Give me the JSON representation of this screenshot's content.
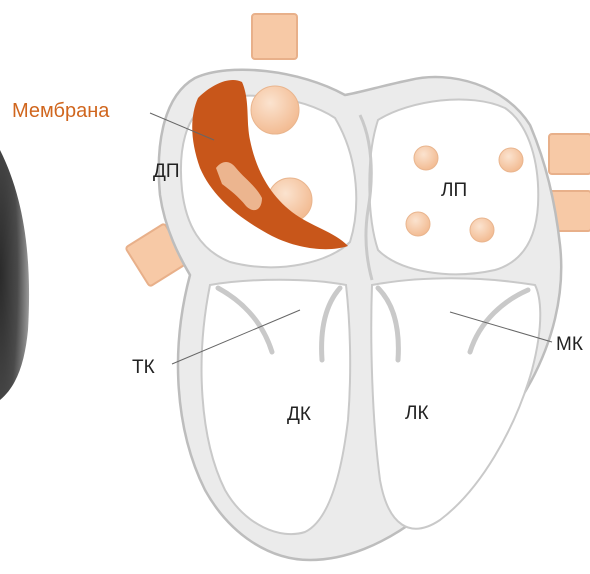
{
  "labels": {
    "membrane": "Мембрана",
    "right_atrium": "ДП",
    "left_atrium": "ЛП",
    "tricuspid_valve": "ТК",
    "mitral_valve": "МК",
    "right_ventricle": "ДК",
    "left_ventricle": "ЛК"
  },
  "colors": {
    "membrane": "#c8561a",
    "membrane_label": "#d0661e",
    "wall_fill": "#ebebeb",
    "wall_stroke": "#bdbdbd",
    "vessel": "#f7c9a6",
    "vessel_stroke": "#e8b08a",
    "label": "#222222"
  },
  "legend_visible": false
}
